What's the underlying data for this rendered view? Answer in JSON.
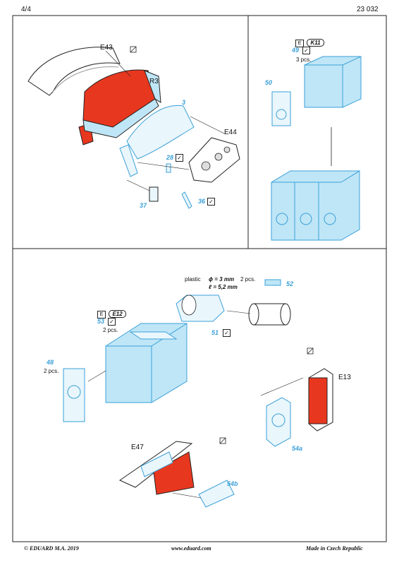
{
  "header": {
    "page": "4/4",
    "code": "23 032"
  },
  "panel1": {
    "labels": {
      "e43": "E43",
      "r3": "R3",
      "e44": "E44"
    },
    "parts": {
      "p3": "3",
      "p28": "28",
      "p36": "36",
      "p37": "37"
    }
  },
  "panel2": {
    "badge": "K11",
    "part49": "49",
    "qty": "3 pcs.",
    "part50": "50"
  },
  "panel3": {
    "plastic_text": "plastic",
    "diameter_text": "ϕ = 3 mm",
    "diameter_qty": "2 pcs.",
    "length_text": "ℓ = 5,2 mm",
    "part52": "52",
    "badge": "E12",
    "part53": "53",
    "qty53": "2 pcs.",
    "part51": "51",
    "part48": "48",
    "qty48": "2 pcs.",
    "e13": "E13",
    "part54a": "54a",
    "e47": "E47",
    "part54b": "54b"
  },
  "footer": {
    "copyright": "© EDUARD  M.A. 2019",
    "website": "www.eduard.com",
    "made_in": "Made in Czech Republic"
  },
  "colors": {
    "photoetch": "#bfe6f7",
    "red": "#e8371f",
    "blue_label": "#3aa0d8"
  }
}
